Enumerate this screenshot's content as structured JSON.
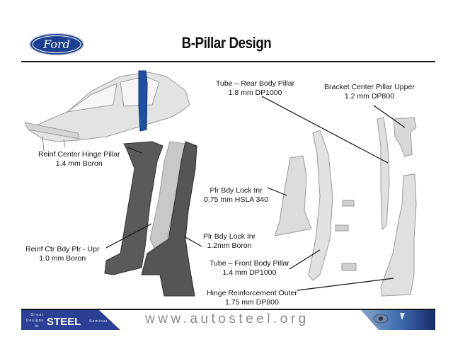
{
  "header": {
    "logo_text": "Ford",
    "title": "B-Pillar Design"
  },
  "labels": [
    {
      "name": "Tube – Rear Body Pillar",
      "spec": "1.8 mm DP1000"
    },
    {
      "name": "Bracket Center Pillar Upper",
      "spec": "1.2 mm DP800"
    },
    {
      "name": "Reinf Center Hinge Pillar",
      "spec": "1.4 mm Boron"
    },
    {
      "name": "Plr Bdy Lock Inr",
      "spec": "0.75 mm HSLA 340"
    },
    {
      "name": "Reinf Ctr Bdy Plr - Upr",
      "spec": "1.0 mm Boron"
    },
    {
      "name": "Plr Bdy Lock Inr",
      "spec": "1.2mm Boron"
    },
    {
      "name": "Tube – Front Body Pillar",
      "spec": "1.4 mm DP1000"
    },
    {
      "name": "Hinge Reinforcement Outer",
      "spec": "1.75 mm DP800"
    }
  ],
  "footer": {
    "seminar_great": "Great",
    "seminar_designs": "Designs",
    "seminar_in": "in",
    "seminar_steel": "STEEL",
    "seminar_word": "Seminar",
    "url": "www.autosteel.org"
  },
  "colors": {
    "ford_blue": "#1d3f8f",
    "banner_blue": "#2b3f94",
    "highlight_pillar": "#1f4fa0"
  }
}
